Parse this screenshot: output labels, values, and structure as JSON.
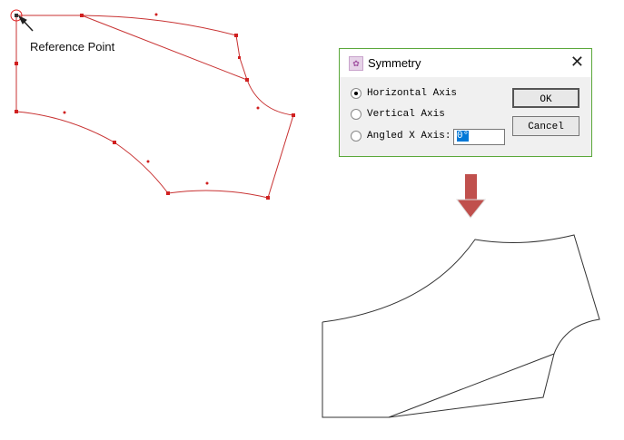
{
  "annotation": {
    "reference_label": "Reference Point"
  },
  "dialog": {
    "title": "Symmetry",
    "options": [
      {
        "label": "Horizontal Axis",
        "selected": true
      },
      {
        "label": "Vertical Axis",
        "selected": false
      },
      {
        "label": "Angled X Axis:",
        "selected": false
      }
    ],
    "angle_value": "0°",
    "ok_label": "OK",
    "cancel_label": "Cancel"
  },
  "colors": {
    "pattern_red": "#c83232",
    "arrow": "#c0504d",
    "dialog_border": "#5aa83a"
  }
}
